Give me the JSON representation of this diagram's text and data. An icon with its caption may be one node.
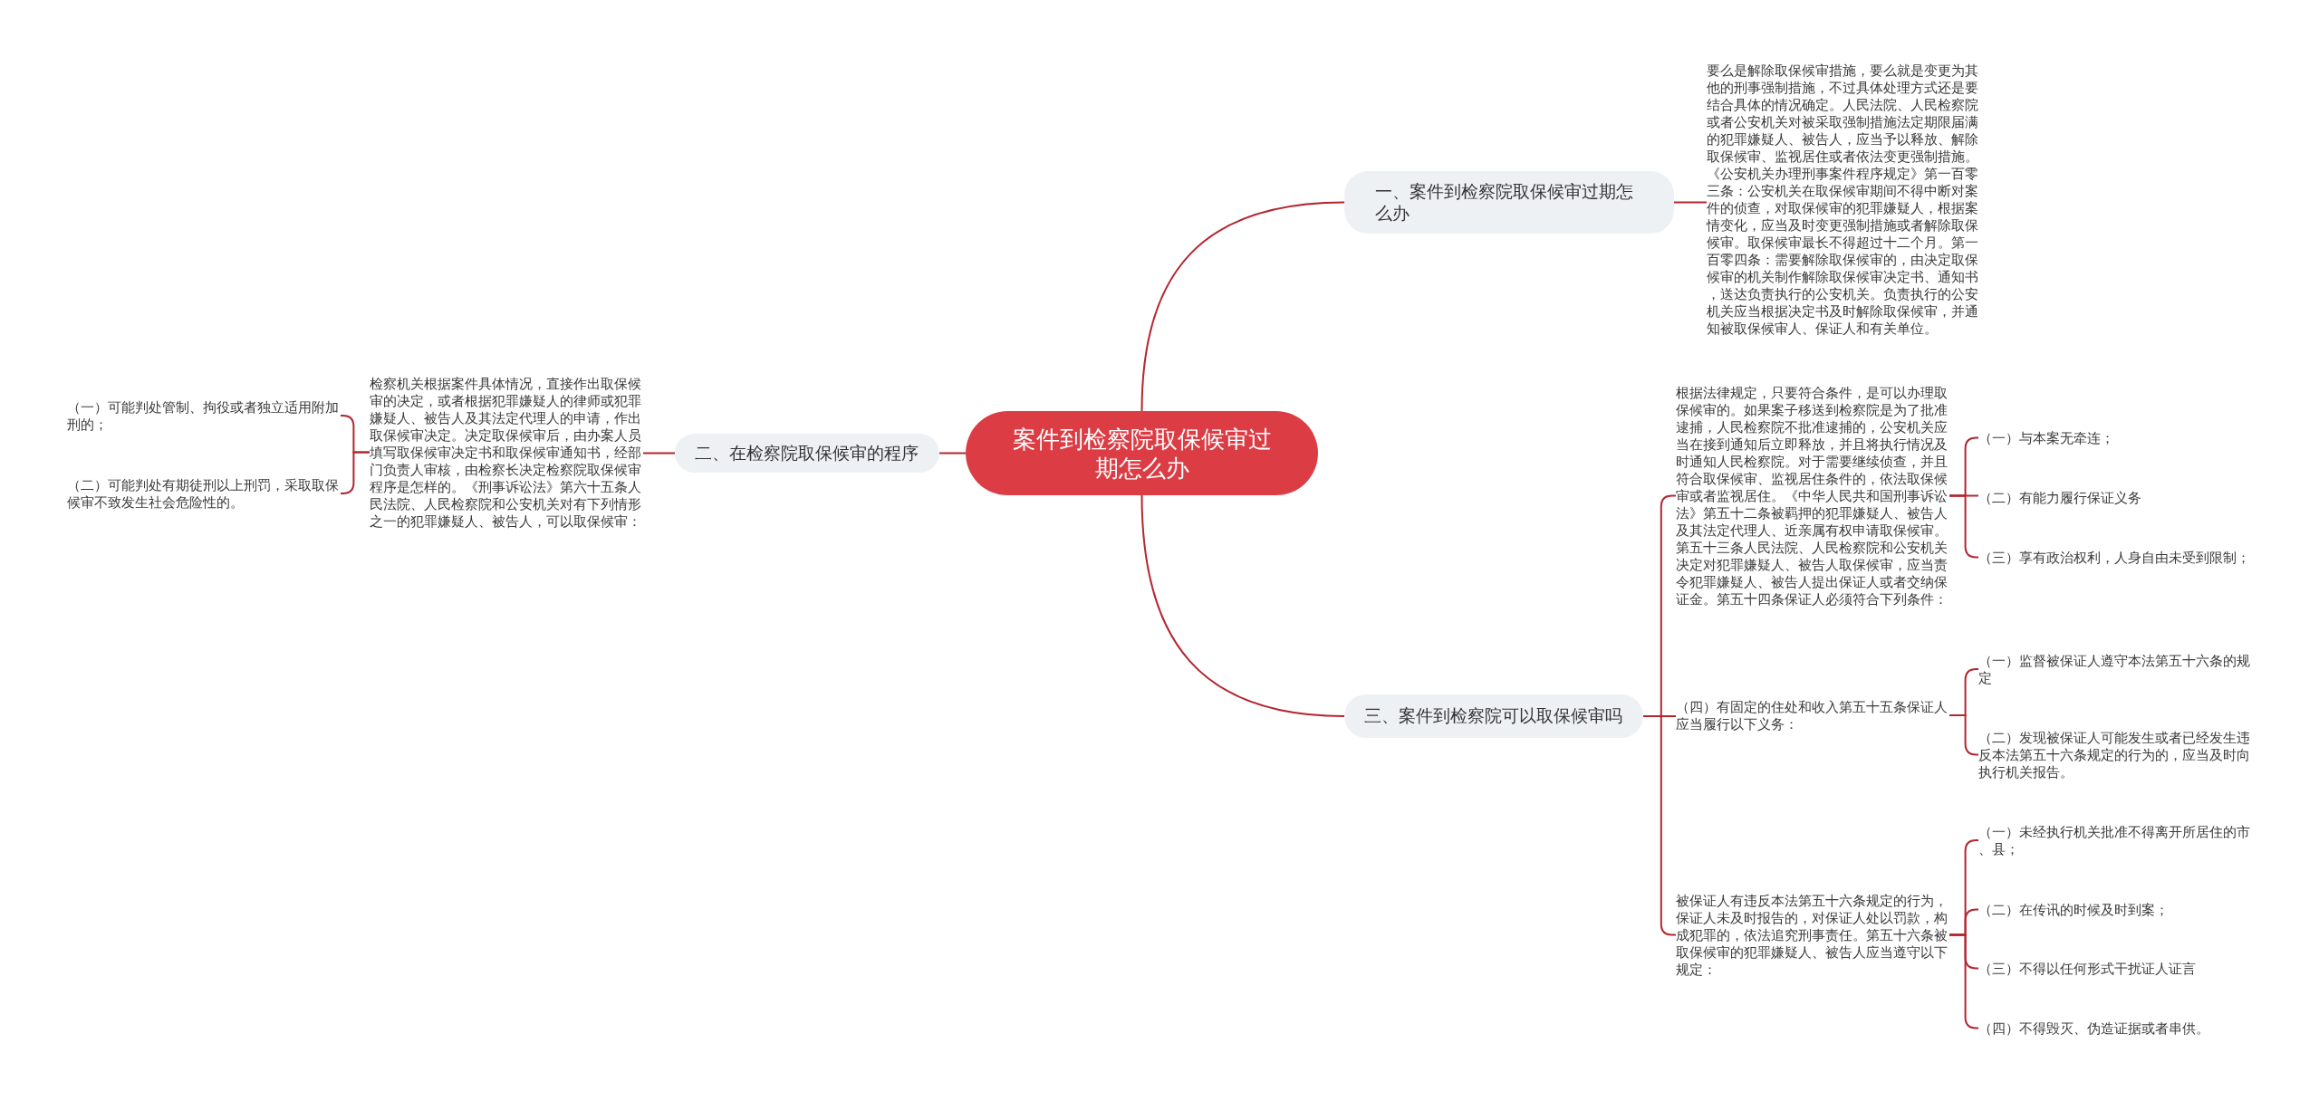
{
  "diagram": {
    "nodes": [
      {
        "text": [
          "案件到检察院取保候审过期怎么办"
        ]
      },
      {
        "text": [
          "一、案件到检察院取保候审过期怎么办"
        ]
      },
      {
        "text": [
          "要么是解除取保候审措施，要么就是变更为其他的刑事强制措施，不过具体处理方式还是要结合具体的情况确定。人民法院、人民检察院或者公安机关对被采取强制措施法定期限届满的犯罪嫌疑人、被告人，应当予以释放、解除取保候审、监视居住或者依法变更强制措施。《公安机关办理刑事案件程序规定》第一百零三条：公安机关在取保候审期间不得中断对案件的侦查，对取保候审的犯罪嫌疑人，根据案情变化，应当及时变更强制措施或者解除取保候审。取保候审最长不得超过十二个月。第一百零四条：需要解除取保候审的，由决定取保候审的机关制作解除取保候审决定书、通知书，送达负责执行的公安机关。负责执行的公安机关应当根据决定书及时解除取保候审，并通知被取保候审人、保证人和有关单位。"
        ]
      },
      {
        "text": [
          "二、在检察院取保候审的程序"
        ]
      },
      {
        "text": [
          "检察机关根据案件具体情况，直接作出取保候审的决定，或者根据犯罪嫌疑人的律师或犯罪嫌疑人、被告人及其法定代理人的申请，作出取保候审决定。决定取保候审后，由办案人员填写取保候审决定书和取保候审通知书，经部门负责人审核，由检察长决定检察院取保候审程序是怎样的。《刑事诉讼法》第六十五条人民法院、人民检察院和公安机关对有下列情形之一的犯罪嫌疑人、被告人，可以取保候审："
        ]
      },
      {
        "text": [
          "（一）可能判处管制、拘役或者独立适用附加刑的；"
        ]
      },
      {
        "text": [
          "（二）可能判处有期徒刑以上刑罚，采取取保候审不致发生社会危险性的。"
        ]
      },
      {
        "text": [
          "三、案件到检察院可以取保候审吗"
        ]
      },
      {
        "text": [
          "根据法律规定，只要符合条件，是可以办理取保候审的。如果案子移送到检察院是为了批准逮捕，人民检察院不批准逮捕的，公安机关应当在接到通知后立即释放，并且将执行情况及时通知人民检察院。对于需要继续侦查，并且符合取保候审、监视居住条件的，依法取保候审或者监视居住。《中华人民共和国刑事诉讼法》第五十二条被羁押的犯罪嫌疑人、被告人及其法定代理人、近亲属有权申请取保候审。第五十三条人民法院、人民检察院和公安机关决定对犯罪嫌疑人、被告人取保候审，应当责令犯罪嫌疑人、被告人提出保证人或者交纳保证金。第五十四条保证人必须符合下列条件："
        ]
      },
      {
        "text": [
          "（四）有固定的住处和收入第五十五条保证人应当履行以下义务："
        ]
      },
      {
        "text": [
          "被保证人有违反本法第五十六条规定的行为，保证人未及时报告的，对保证人处以罚款，构成犯罪的，依法追究刑事责任。第五十六条被取保候审的犯罪嫌疑人、被告人应当遵守以下规定："
        ]
      },
      {
        "text": [
          "（一）与本案无牵连；"
        ]
      },
      {
        "text": [
          "（二）有能力履行保证义务"
        ]
      },
      {
        "text": [
          "（三）享有政治权利，人身自由未受到限制；"
        ]
      },
      {
        "text": [
          "（一）监督被保证人遵守本法第五十六条的规定"
        ]
      },
      {
        "text": [
          "（二）发现被保证人可能发生或者已经发生违反本法第五十六条规定的行为的，应当及时向执行机关报告。"
        ]
      },
      {
        "text": [
          "（一）未经执行机关批准不得离开所居住的市、县；"
        ]
      },
      {
        "text": [
          "（二）在传讯的时候及时到案；"
        ]
      },
      {
        "text": [
          "（三）不得以任何形式干扰证人证言"
        ]
      },
      {
        "text": [
          "（四）不得毁灭、伪造证据或者串供。"
        ]
      }
    ],
    "edges": [
      {
        "from": 0,
        "to": 1,
        "arrow": "none"
      },
      {
        "from": 1,
        "to": 2,
        "arrow": "none"
      },
      {
        "from": 0,
        "to": 3,
        "arrow": "none"
      },
      {
        "from": 3,
        "to": 4,
        "arrow": "none"
      },
      {
        "from": 4,
        "to": 5,
        "arrow": "none"
      },
      {
        "from": 4,
        "to": 6,
        "arrow": "none"
      },
      {
        "from": 0,
        "to": 7,
        "arrow": "none"
      },
      {
        "from": 7,
        "to": 8,
        "arrow": "none"
      },
      {
        "from": 7,
        "to": 9,
        "arrow": "none"
      },
      {
        "from": 7,
        "to": 10,
        "arrow": "none"
      },
      {
        "from": 8,
        "to": 11,
        "arrow": "none"
      },
      {
        "from": 8,
        "to": 12,
        "arrow": "none"
      },
      {
        "from": 8,
        "to": 13,
        "arrow": "none"
      },
      {
        "from": 9,
        "to": 14,
        "arrow": "none"
      },
      {
        "from": 9,
        "to": 15,
        "arrow": "none"
      },
      {
        "from": 10,
        "to": 16,
        "arrow": "none"
      },
      {
        "from": 10,
        "to": 17,
        "arrow": "none"
      },
      {
        "from": 10,
        "to": 18,
        "arrow": "none"
      },
      {
        "from": 10,
        "to": 19,
        "arrow": "none"
      }
    ]
  }
}
